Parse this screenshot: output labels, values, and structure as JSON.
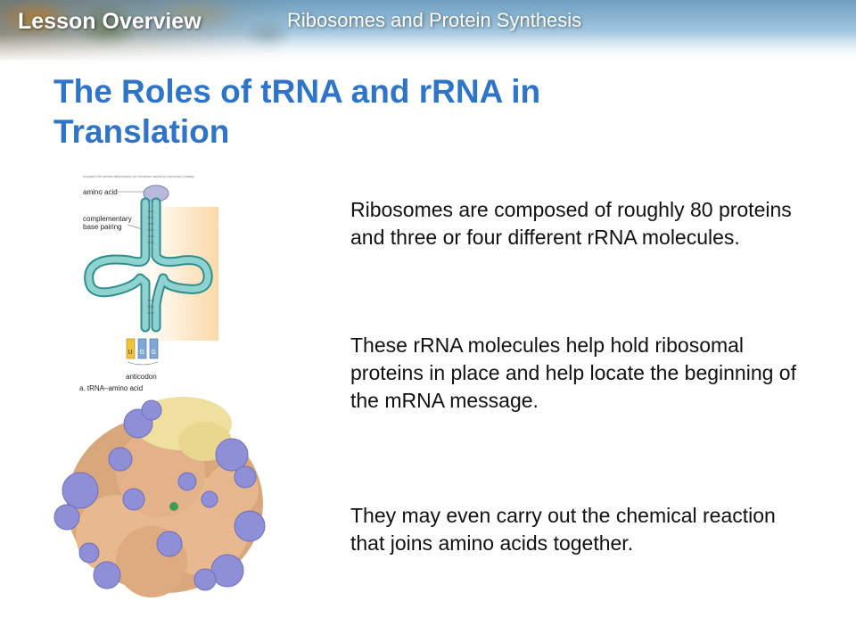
{
  "header": {
    "lesson_label": "Lesson Overview",
    "subject": "Ribosomes and Protein Synthesis"
  },
  "slide": {
    "title_line1": "The Roles of tRNA and rRNA in",
    "title_line2": "Translation",
    "paragraphs": [
      "Ribosomes are composed of roughly 80 proteins and three or four different rRNA molecules.",
      "These rRNA molecules help hold ribosomal proteins in place and help locate the beginning of the mRNA message.",
      "They may even carry out the chemical reaction that joins amino acids together."
    ]
  },
  "figure": {
    "copyright": "Copyright © The McGraw-Hill Companies, Inc. Permission required for reproduction or display.",
    "label_amino_acid": "amino acid",
    "label_complementary_1": "complementary",
    "label_complementary_2": "base pairing",
    "label_anticodon": "anticodon",
    "caption": "a. tRNA–amino acid",
    "base_u": "U",
    "base_g1": "G",
    "base_g2": "G"
  },
  "colors": {
    "title": "#2e74c8",
    "trna_strand": "#5fb8b8",
    "amino_acid": "#b9b9dc",
    "ribosome_protein": "#e8b88f",
    "ribosome_rna": "#8e8fd6"
  }
}
